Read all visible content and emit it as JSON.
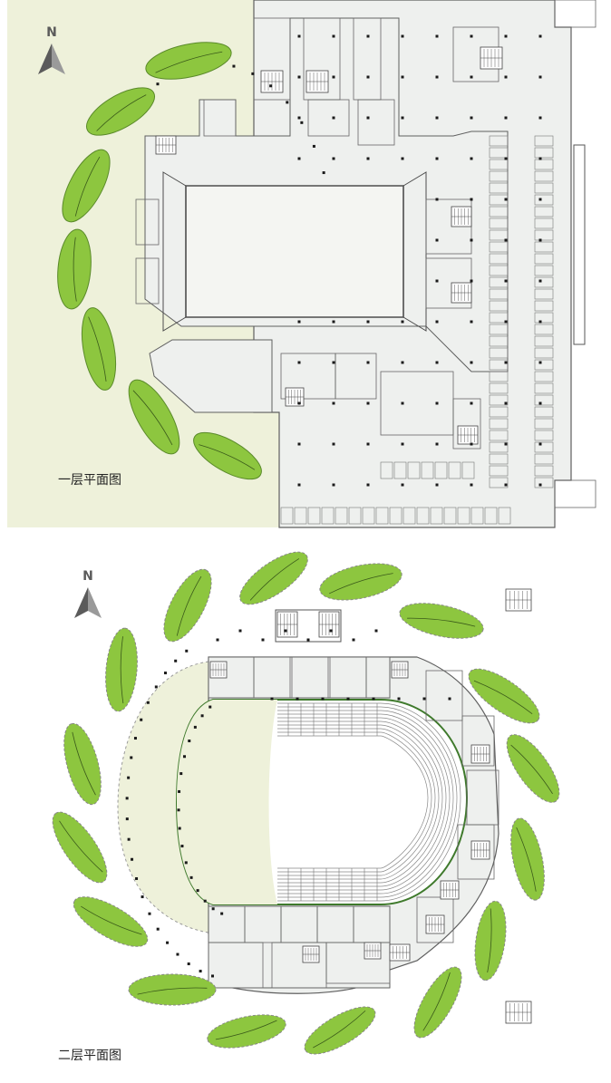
{
  "plans": [
    {
      "caption": "一层平面图",
      "north_label": "N"
    },
    {
      "caption": "二层平面图",
      "north_label": "N"
    }
  ],
  "colors": {
    "site_tint": "#eef1da",
    "floor": "#eef0ee",
    "leaf": "#8dc63f",
    "leaf_edge": "#5a8a2a",
    "wall": "#5f5f5f",
    "column": "#1a1a1a",
    "track": "#3f7a2c",
    "compass": "#5b5b5b"
  }
}
